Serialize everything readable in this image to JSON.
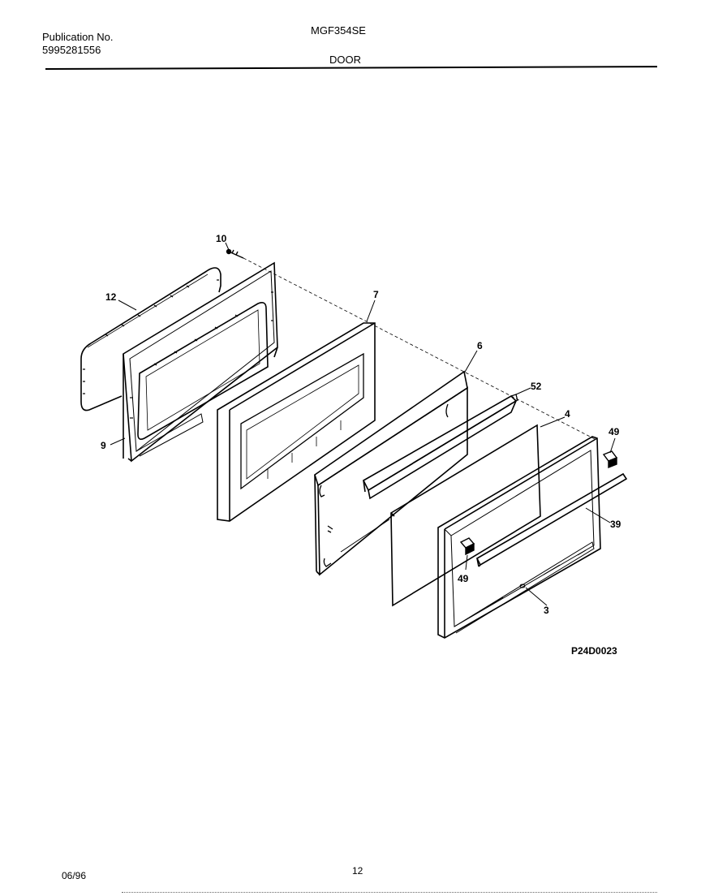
{
  "header": {
    "publication_label": "Publication No.",
    "publication_number": "5995281556",
    "model": "MGF354SE",
    "section": "DOOR"
  },
  "callouts": [
    "10",
    "12",
    "9",
    "7",
    "6",
    "52",
    "4",
    "49",
    "39",
    "49",
    "3"
  ],
  "diagram_code": "P24D0023",
  "footer": {
    "date": "06/96",
    "page": "12"
  }
}
